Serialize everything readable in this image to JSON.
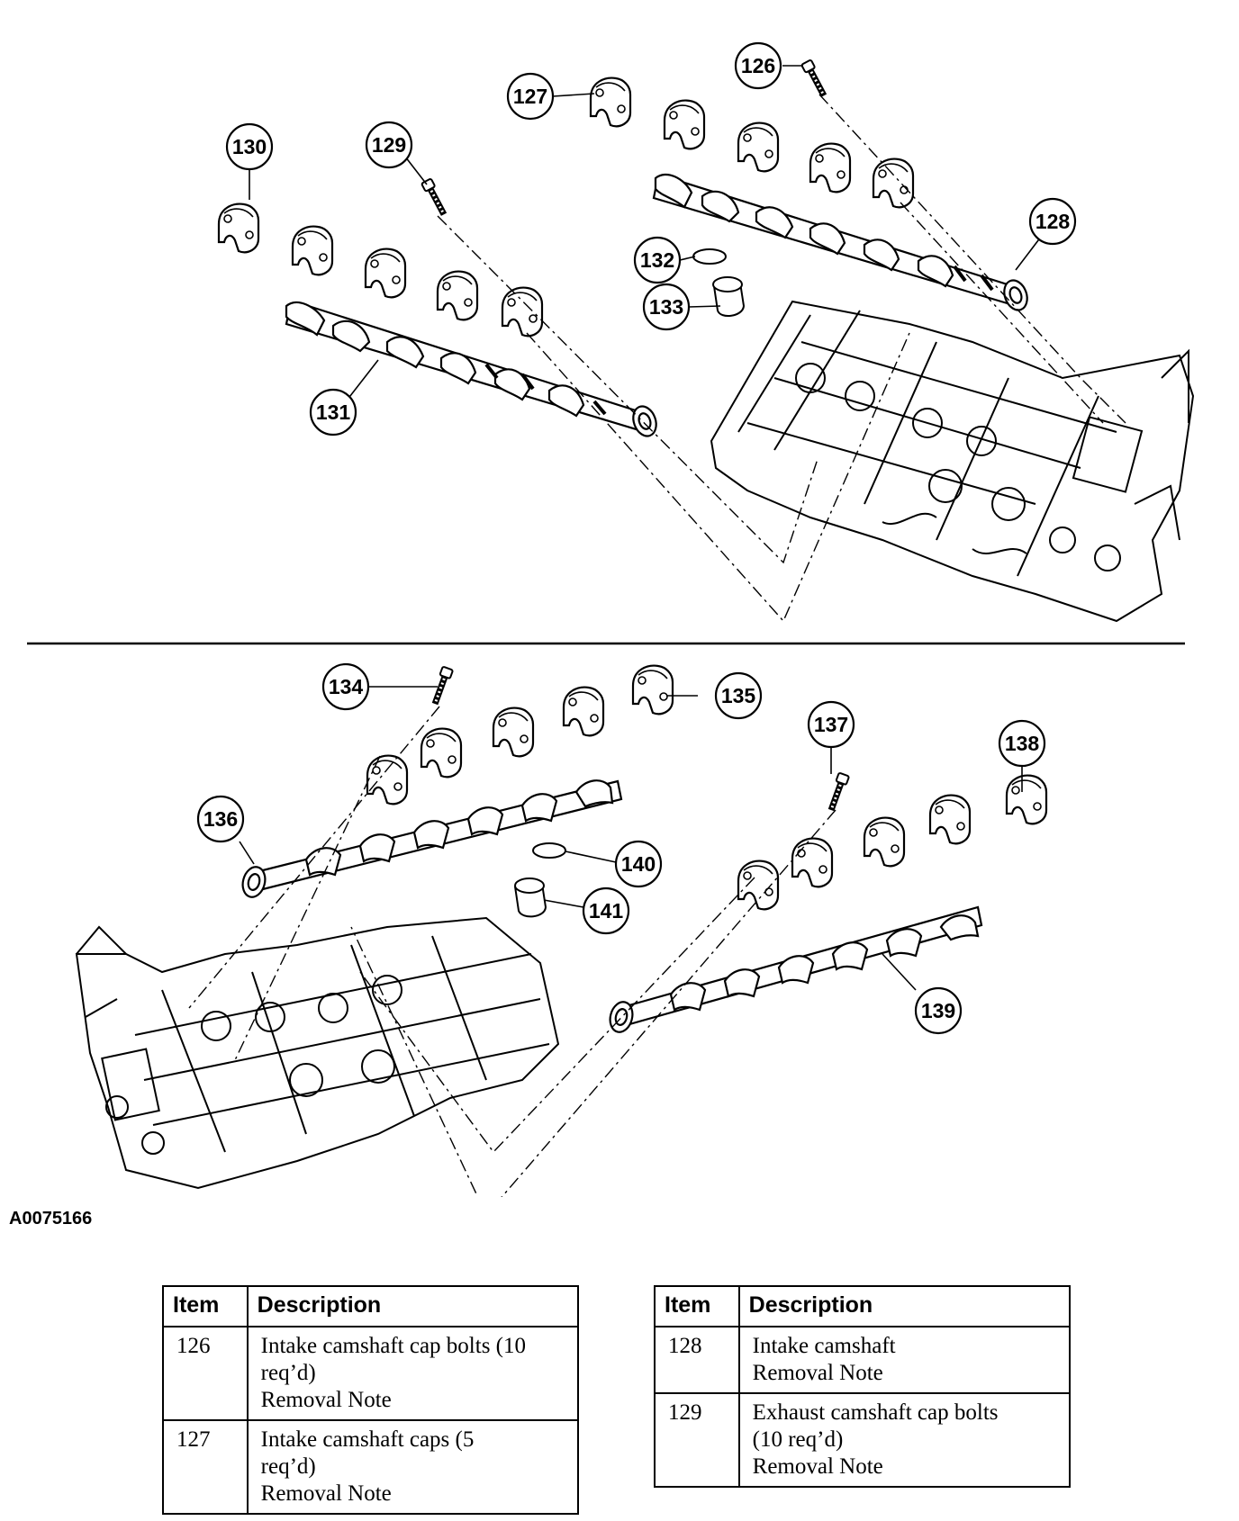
{
  "figure_id": "A0075166",
  "callouts": [
    {
      "id": "c126",
      "label": "126"
    },
    {
      "id": "c127",
      "label": "127"
    },
    {
      "id": "c128",
      "label": "128"
    },
    {
      "id": "c129",
      "label": "129"
    },
    {
      "id": "c130",
      "label": "130"
    },
    {
      "id": "c131",
      "label": "131"
    },
    {
      "id": "c132",
      "label": "132"
    },
    {
      "id": "c133",
      "label": "133"
    },
    {
      "id": "c134",
      "label": "134"
    },
    {
      "id": "c135",
      "label": "135"
    },
    {
      "id": "c136",
      "label": "136"
    },
    {
      "id": "c137",
      "label": "137"
    },
    {
      "id": "c138",
      "label": "138"
    },
    {
      "id": "c139",
      "label": "139"
    },
    {
      "id": "c140",
      "label": "140"
    },
    {
      "id": "c141",
      "label": "141"
    }
  ],
  "tables": [
    {
      "headers": [
        "Item",
        "Description"
      ],
      "rows": [
        {
          "item": "126",
          "lines": [
            "Intake camshaft cap bolts (10",
            "req’d)",
            "Removal Note"
          ]
        },
        {
          "item": "127",
          "lines": [
            "Intake camshaft caps (5",
            "req’d)",
            "Removal Note"
          ]
        }
      ]
    },
    {
      "headers": [
        "Item",
        "Description"
      ],
      "rows": [
        {
          "item": "128",
          "lines": [
            "Intake camshaft",
            "Removal Note"
          ]
        },
        {
          "item": "129",
          "lines": [
            "Exhaust camshaft cap bolts",
            "(10 req’d)",
            "Removal Note"
          ]
        }
      ]
    }
  ]
}
